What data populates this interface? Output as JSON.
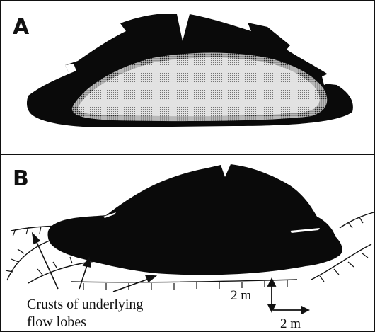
{
  "panel_a": {
    "letter": "A"
  },
  "panel_b": {
    "letter": "B",
    "caption_line1": "Crusts of underlying",
    "caption_line2": "flow lobes",
    "scale_vertical": "2 m",
    "scale_horizontal": "2 m"
  },
  "colors": {
    "crust": "#0a0a0a",
    "core_fill": "#d6d6d6",
    "border": "#111111",
    "background": "#ffffff"
  }
}
